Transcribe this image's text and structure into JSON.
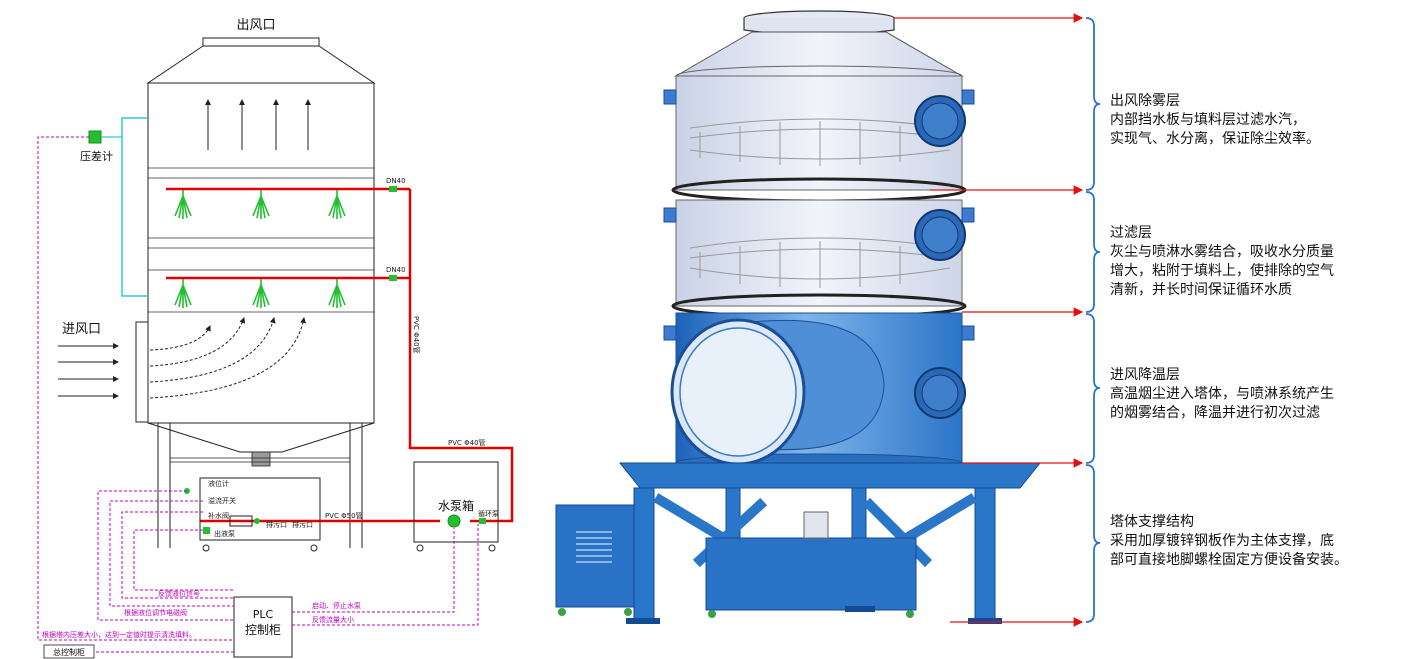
{
  "schematic": {
    "outlet_label": "出风口",
    "inlet_label": "进风口",
    "gauge_label": "压差计",
    "pipe_dn40_upper": "DN40",
    "pipe_dn40_lower": "DN40",
    "pipe_vertical": "PVC Φ40管",
    "pipe_horizontal_top": "PVC Φ40管",
    "pipe_horizontal_bottom": "PVC Φ50管",
    "pump_box_label": "水泵箱",
    "tank_labels": [
      "液位计",
      "溢流开关",
      "补水阀",
      "排污口",
      "出液泵",
      "排污口",
      "循环泵"
    ],
    "plc_label_line1": "PLC",
    "plc_label_line2": "控制柜",
    "signal_feedback_level": "反馈液位信号",
    "signal_start_stop": "启动、停止水泵",
    "signal_valve": "根据液位调节电磁阀",
    "signal_feedback_flow": "反馈流量大小",
    "signal_pressure": "根据塔内压差大小，达到一定值时提示清洗填料。",
    "master_panel_label": "总控制柜"
  },
  "callouts": [
    {
      "title": "出风除雾层",
      "lines": [
        "内部挡水板与填料层过滤水汽，",
        "实现气、水分离，保证除尘效率。"
      ]
    },
    {
      "title": "过滤层",
      "lines": [
        "灰尘与喷淋水雾结合，吸收水分质量",
        "增大，粘附于填料上，使排除的空气",
        "清新，并长时间保证循环水质"
      ]
    },
    {
      "title": "进风降温层",
      "lines": [
        "高温烟尘进入塔体，与喷淋系统产生",
        "的烟雾结合，降温并进行初次过滤"
      ]
    },
    {
      "title": "塔体支撑结构",
      "lines": [
        "采用加厚镀锌钢板作为主体支撑，底",
        "部可直接地脚螺栓固定方便设备安装。"
      ]
    }
  ],
  "colors": {
    "spray_pipe": "#e00000",
    "nozzle": "#22c030",
    "signal_line": "#c000c0",
    "gauge_line": "#30c8d8",
    "tower_blue": "#2a7ad0",
    "bracket_blue": "#2a76c8",
    "arrow_red": "#e01010"
  }
}
